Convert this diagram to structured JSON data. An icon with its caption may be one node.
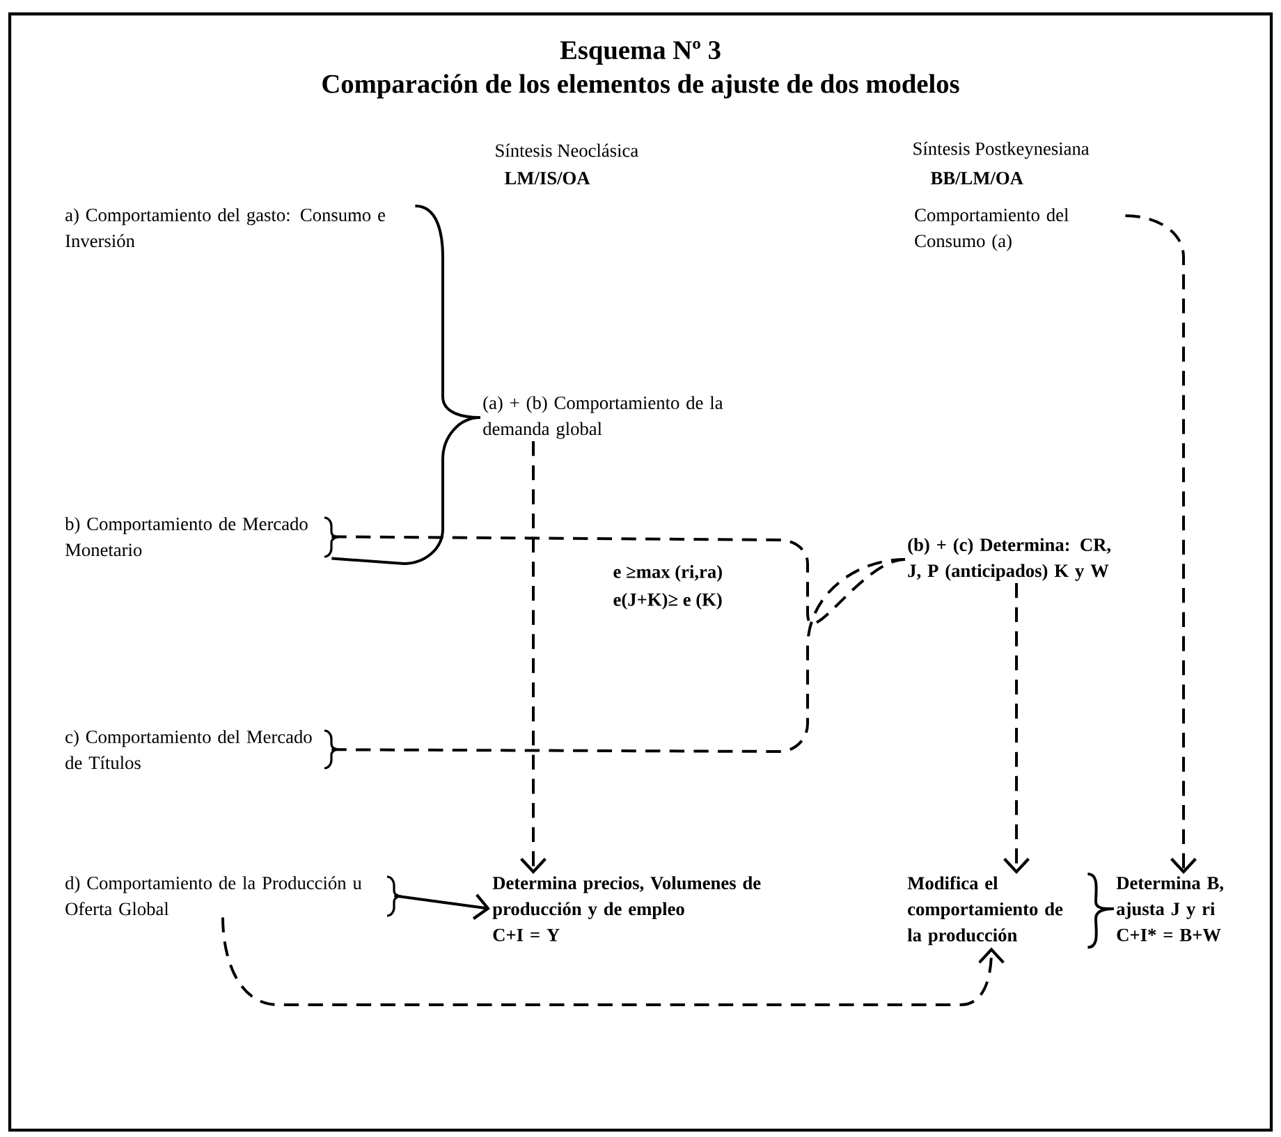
{
  "diagram": {
    "title": "Esquema Nº 3",
    "nodes": [
      {
        "text": [
          "a) Comportamiento del gasto: Consumo e Inversión"
        ]
      },
      {
        "text": [
          "(a) + (b) Comportamiento de la demanda global"
        ]
      },
      {
        "text": [
          "b) Comportamiento de Mercado Monetario"
        ]
      },
      {
        "text": [
          "c) Comportamiento del Mercado de Títulos"
        ]
      },
      {
        "text": [
          "d) Comportamiento de la Producción u Oferta Global"
        ]
      },
      {
        "text": [
          "Determina precios, Volumenes de producción y de empleo",
          "C+I = Y"
        ]
      },
      {
        "text": [
          "Comportamiento del Consumo (a)"
        ]
      },
      {
        "text": [
          "(b) + (c) Determina: CR, J, P (anticipados) K y W"
        ]
      },
      {
        "text": [
          "Modifica el comportamiento de la producción"
        ]
      },
      {
        "text": [
          "Determina B, ajusta J y ri",
          "C+I* = B+W"
        ]
      }
    ],
    "edges": [
      {
        "from": 0,
        "to": 1,
        "arrow": "none"
      },
      {
        "from": 2,
        "to": 1,
        "arrow": "none"
      },
      {
        "from": 1,
        "to": 5,
        "arrow": "to",
        "style": "dashed"
      },
      {
        "from": 2,
        "to": 7,
        "arrow": "none",
        "style": "dashed"
      },
      {
        "from": 3,
        "to": 7,
        "arrow": "none",
        "style": "dashed"
      },
      {
        "from": 4,
        "to": 5,
        "arrow": "to"
      },
      {
        "from": 4,
        "to": 8,
        "arrow": "to",
        "style": "dashed"
      },
      {
        "from": 7,
        "to": 8,
        "arrow": "to",
        "style": "dashed"
      },
      {
        "from": 6,
        "to": 9,
        "arrow": "to",
        "style": "dashed"
      },
      {
        "from": 8,
        "to": 9,
        "arrow": "none"
      }
    ],
    "labels": [
      "Comparación de los elementos de ajuste de dos modelos",
      "Síntesis Neoclásica",
      "LM/IS/OA",
      "Síntesis Postkeynesiana",
      "BB/LM/OA",
      "e ≥max (ri,ra)",
      "e(J+K)≥ e (K)"
    ]
  }
}
